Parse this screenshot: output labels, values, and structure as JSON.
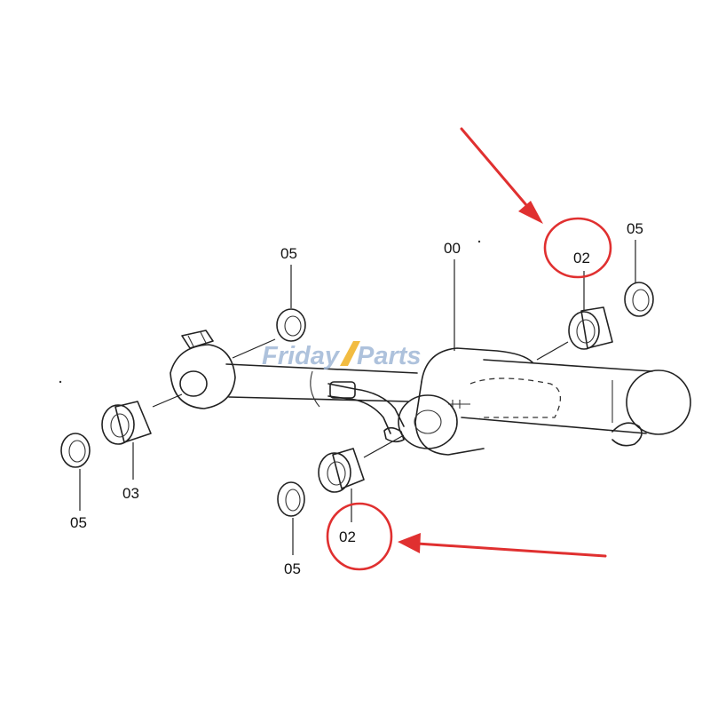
{
  "watermark": {
    "left": "Friday",
    "right": "Parts",
    "colors": {
      "text": "#9bb3d4",
      "slash": "#f0b020"
    }
  },
  "highlight_color": "#e03030",
  "labels": {
    "main": "00",
    "bushing_upper": "02",
    "bushing_lower": "02",
    "bushing_left": "03",
    "seal_top_center": "05",
    "seal_top_right": "05",
    "seal_far_left": "05",
    "seal_bottom_center": "05"
  }
}
